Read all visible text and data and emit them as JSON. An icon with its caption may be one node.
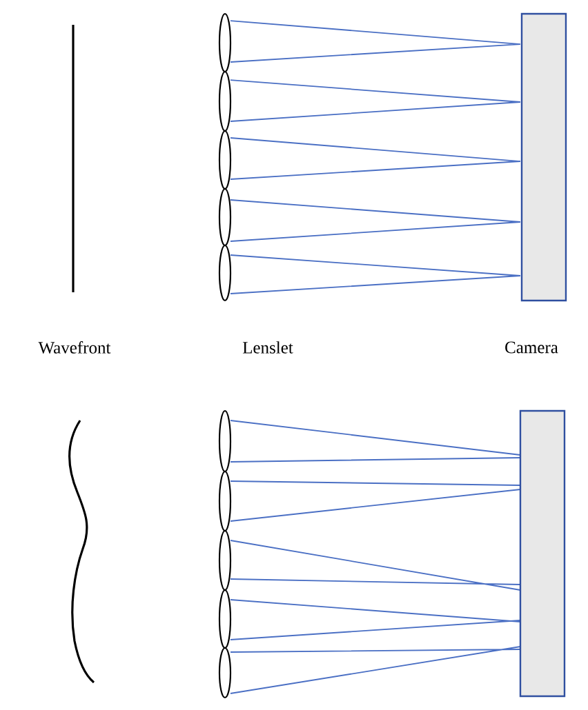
{
  "diagram": {
    "labels": [
      "Wavefront",
      "Lenslet",
      "Camera"
    ]
  }
}
